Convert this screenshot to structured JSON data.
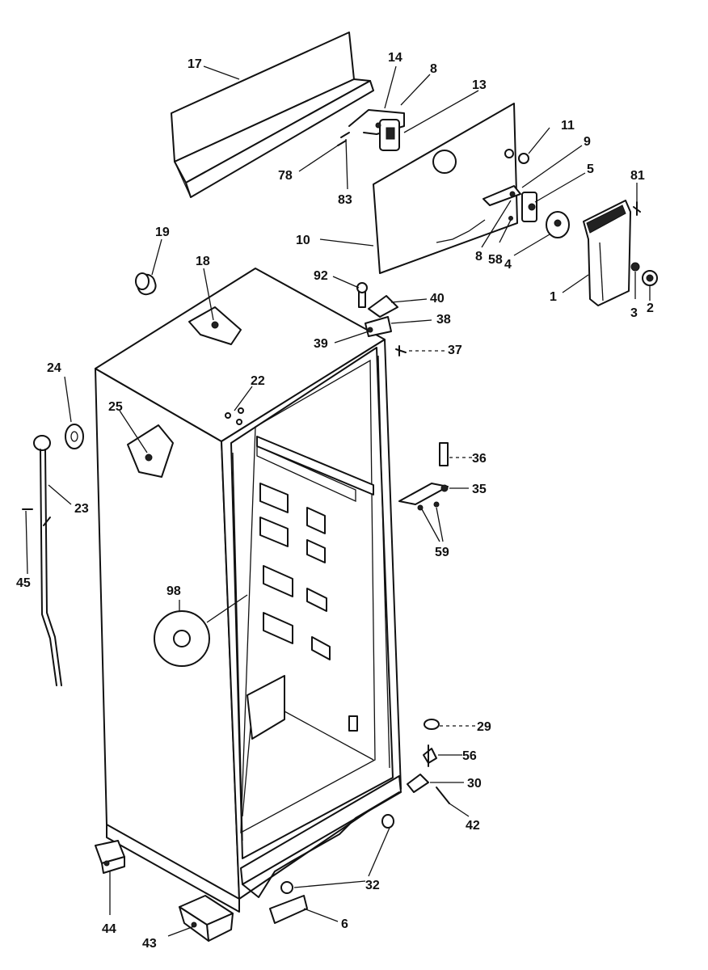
{
  "labels": {
    "p1": "1",
    "p2": "2",
    "p3": "3",
    "p4": "4",
    "p5": "5",
    "p6": "6",
    "p8a": "8",
    "p8b": "8",
    "p9": "9",
    "p10": "10",
    "p11": "11",
    "p13": "13",
    "p14": "14",
    "p17": "17",
    "p18": "18",
    "p19": "19",
    "p22": "22",
    "p23": "23",
    "p24": "24",
    "p25": "25",
    "p29": "29",
    "p30": "30",
    "p32": "32",
    "p35": "35",
    "p36": "36",
    "p37": "37",
    "p38": "38",
    "p39": "39",
    "p40": "40",
    "p42": "42",
    "p43": "43",
    "p44": "44",
    "p45": "45",
    "p56": "56",
    "p58": "58",
    "p59": "59",
    "p78": "78",
    "p81": "81",
    "p83": "83",
    "p92": "92",
    "p98": "98"
  }
}
